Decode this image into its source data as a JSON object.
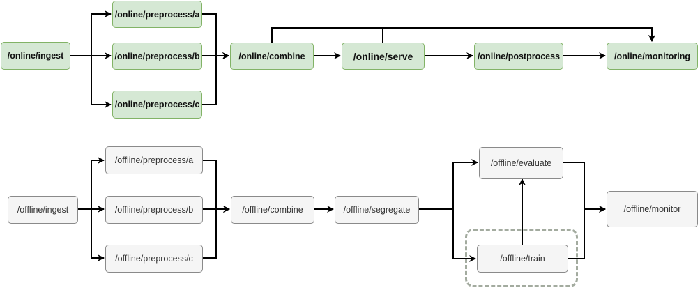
{
  "online": {
    "ingest": "/online/ingest",
    "preprocess_a": "/online/preprocess/a",
    "preprocess_b": "/online/preprocess/b",
    "preprocess_c": "/online/preprocess/c",
    "combine": "/online/combine",
    "serve": "/online/serve",
    "postprocess": "/online/postprocess",
    "monitoring": "/online/monitoring"
  },
  "offline": {
    "ingest": "/offline/ingest",
    "preprocess_a": "/offline/preprocess/a",
    "preprocess_b": "/offline/preprocess/b",
    "preprocess_c": "/offline/preprocess/c",
    "combine": "/offline/combine",
    "segregate": "/offline/segregate",
    "evaluate": "/offline/evaluate",
    "train": "/offline/train",
    "monitor": "/offline/monitor"
  },
  "colors": {
    "online_fill": "#d5e8d4",
    "online_stroke": "#82b366",
    "offline_fill": "#f5f5f5",
    "offline_stroke": "#8a8a8a",
    "group_stroke": "#a3ab9f",
    "edge": "#000000"
  }
}
